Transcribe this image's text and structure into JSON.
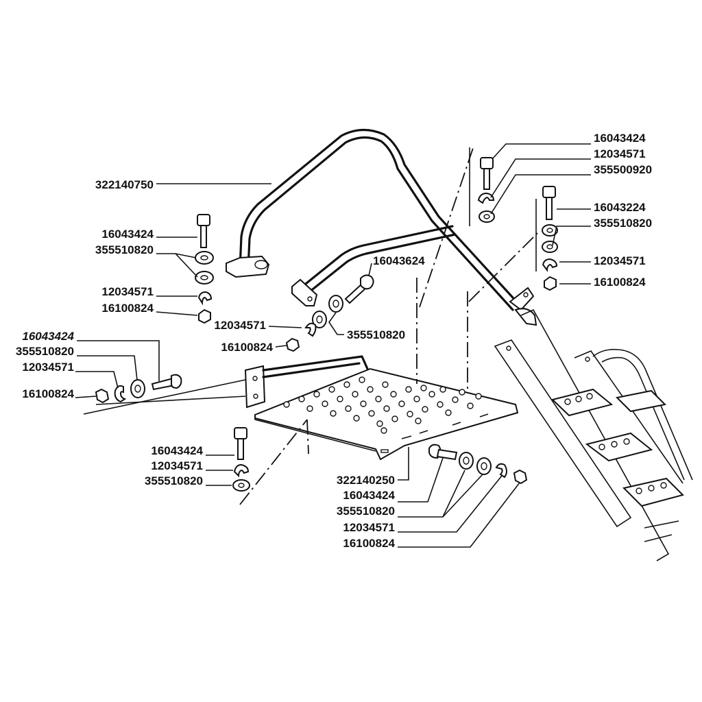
{
  "labels": {
    "handrail": "322140750",
    "platform": "322140250",
    "tr_bolt": "16043424",
    "tr_clip": "12034571",
    "tr_washer": "355500920",
    "r_bolt": "16043224",
    "r_washer": "355510820",
    "r_clip": "12034571",
    "r_nut": "16100824",
    "l_bolt": "16043424",
    "l_washer": "355510820",
    "l_clip": "12034571",
    "l_nut": "16100824",
    "c_bolt": "16043624",
    "c_clip": "12034571",
    "c_washer": "355510820",
    "c_nut": "16100824",
    "s_bolt": "16043424",
    "s_washer": "355510820",
    "s_clip": "12034571",
    "s_nut": "16100824",
    "b_bolt": "16043424",
    "b_clip": "12034571",
    "b_washer": "355510820",
    "br_bolt": "16043424",
    "br_washer": "355510820",
    "br_clip": "12034571",
    "br_nut": "16100824"
  }
}
